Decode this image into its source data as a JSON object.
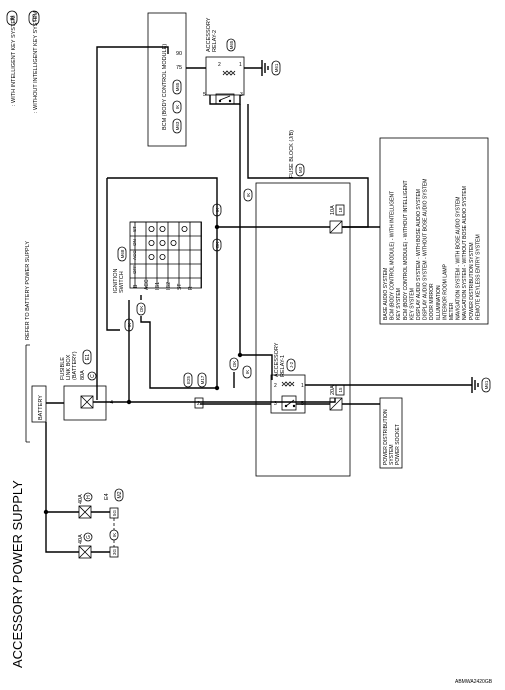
{
  "title": "ACCESSORY POWER SUPPLY",
  "legend": {
    "ik_code": "IK",
    "ik_text": ": WITH INTELLIGENT KEY SYSTEM",
    "ok_code": "OK",
    "ok_text": ": WITHOUT INTELLIGENT KEY SYSTEM"
  },
  "note_battery": "REFER TO BATTERY POWER SUPPLY",
  "battery_label": "BATTERY",
  "fusible_link_box": {
    "title_line1": "FUSIBLE",
    "title_line2": "LINK BOX",
    "title_line3": "(BATTERY)",
    "connector": "E1",
    "fuse_amp": "80A",
    "fuse_id": "C",
    "pin": "4"
  },
  "lower_fuses": {
    "left_amp": "40A",
    "left_id": "G",
    "right_amp": "40A",
    "right_id": "H",
    "connector_e4": "E4",
    "pin_3g": "3G",
    "pin_5g": "5G",
    "connector_m2": "M2"
  },
  "joint_connector": {
    "left": "E25",
    "right": "M17",
    "pin": "2"
  },
  "ignition_switch": {
    "title_line1": "IGNITION",
    "title_line2": "SWITCH",
    "connector": "M68",
    "header": [
      "ST",
      "ON",
      "ACC",
      "OFF"
    ],
    "rows": [
      "B",
      "ACC",
      "IG1",
      "IG2",
      "ST",
      "R"
    ]
  },
  "bcm": {
    "title": "BCM (BODY CONTROL MODULE)",
    "pin_left": "90",
    "pin_right": "75",
    "connector_m65": "M65",
    "connector_m63": "M63"
  },
  "accessory_relay_2": {
    "line1": "ACCESSORY",
    "line2": "RELAY-2",
    "connector": "M65",
    "pin1": "1",
    "pin2": "2",
    "pin3": "3",
    "pin5": "5",
    "ground": "M61"
  },
  "fuse_block": {
    "title": "FUSE BLOCK (J/B)",
    "connector": "M3",
    "fuse10_amp": "10A",
    "fuse10_id": "18",
    "fuse20_amp": "20A",
    "fuse20_id": "15"
  },
  "accessory_relay_1": {
    "line1": "ACCESSORY",
    "line2": "RELAY-1",
    "id": "J-2",
    "pin1": "1",
    "pin2": "2",
    "pin3": "3",
    "pin5": "5",
    "ground": "M61"
  },
  "destinations_10a": [
    "BASE AUDIO SYSTEM",
    "BCM (BODY CONTROL MODULE) - WITH INTELLIGENT",
    "KEY SYSTEM",
    "BCM (BODY CONTROL MODULE) - WITHOUT INTELLIGENT",
    "KEY SYSTEM",
    "DISPLAY AUDIO SYSTEM - WITH BOSE AUDIO SYSTEM",
    "DISPLAY AUDIO SYSTEM - WITHOUT BOSE AUDIO SYSTEM",
    "DOOR MIRROR",
    "ILLUMINATION",
    "INTERIOR ROOM LAMP",
    "METER",
    "NAVIGATION SYSTEM - WITH BOSE AUDIO SYSTEM",
    "NAVIGATION SYSTEM - WITHOUT BOSE AUDIO SYSTEM",
    "POWER DISTRIBUTION SYSTEM",
    "REMOTE KEYLESS ENTRY SYSTEM"
  ],
  "destinations_20a": [
    "POWER DISTRIBUTION",
    "SYSTEM",
    "POWER SOCKET"
  ],
  "figure_code": "ABMWA2420GB"
}
